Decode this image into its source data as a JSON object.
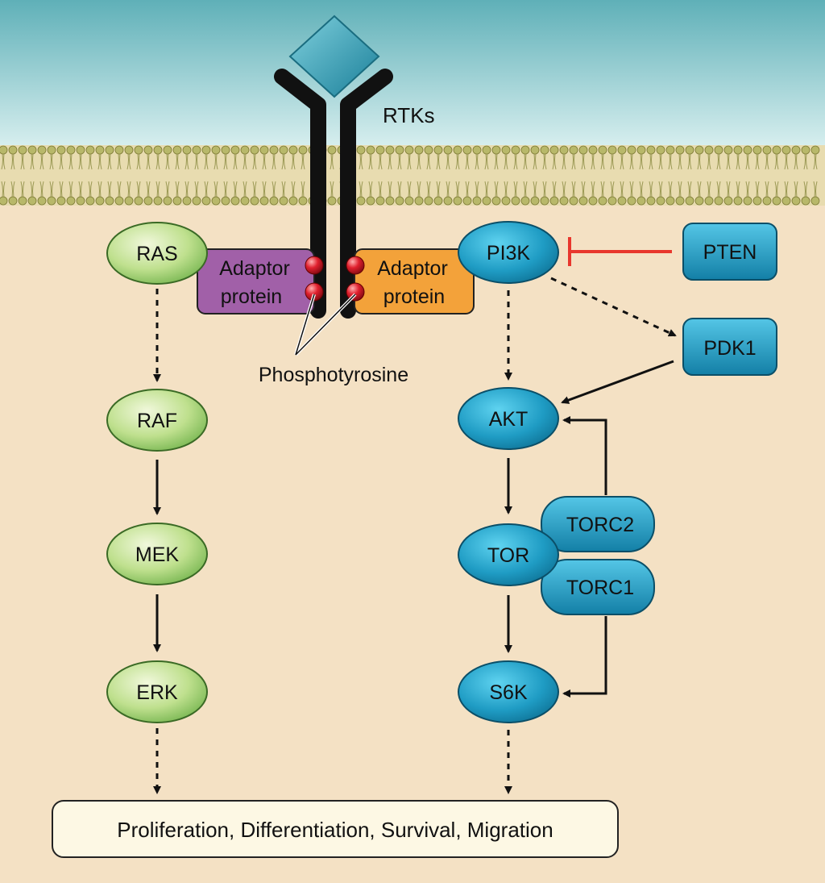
{
  "receptor": {
    "label": "RTKs"
  },
  "adaptors": {
    "left": [
      "Adaptor",
      "protein"
    ],
    "right": [
      "Adaptor",
      "protein"
    ]
  },
  "phospho_label": "Phosphotyrosine",
  "mapk_pathway": {
    "ras": "RAS",
    "raf": "RAF",
    "mek": "MEK",
    "erk": "ERK"
  },
  "pi3k_pathway": {
    "pi3k": "PI3K",
    "pten": "PTEN",
    "pdk1": "PDK1",
    "akt": "AKT",
    "tor": "TOR",
    "torc2": "TORC2",
    "torc1": "TORC1",
    "s6k": "S6K"
  },
  "outcome": "Proliferation, Differentiation, Survival, Migration",
  "colors": {
    "cytoplasm": "#f4e1c4",
    "extracellular": "#7fc3c9",
    "membrane_head": "#b8b86a",
    "green_node": "#a8d47a",
    "blue_node": "#1f9cc4",
    "adaptor_left": "#a160a8",
    "adaptor_right": "#f3a23a",
    "phospho": "#e0202e",
    "inhibit": "#e8372d",
    "receptor": "#111111"
  }
}
